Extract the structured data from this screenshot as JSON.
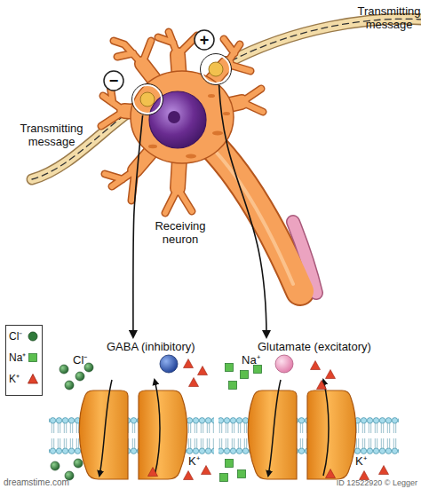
{
  "diagram": {
    "nodes": [
      {
        "text": [
          "Transmitting message"
        ]
      },
      {
        "text": [
          "Transmitting message"
        ]
      },
      {
        "text": [
          "GABA (inhibitory)",
          "Cl⁻",
          "K⁺"
        ]
      },
      {
        "text": [
          "Glutamate (excitatory)",
          "Na⁺",
          "K⁺"
        ]
      }
    ],
    "edges": [
      {
        "from": 0,
        "to": 3,
        "arrow": "to"
      },
      {
        "from": 1,
        "to": 2,
        "arrow": "to"
      }
    ],
    "labels": [
      "+",
      "−",
      "Receiving neuron",
      "dreamstime.com",
      "ID 12522920 © Legger"
    ],
    "legend": [
      {
        "text": "Cl⁻"
      },
      {
        "text": "Na⁺"
      },
      {
        "text": "K⁺"
      }
    ]
  }
}
